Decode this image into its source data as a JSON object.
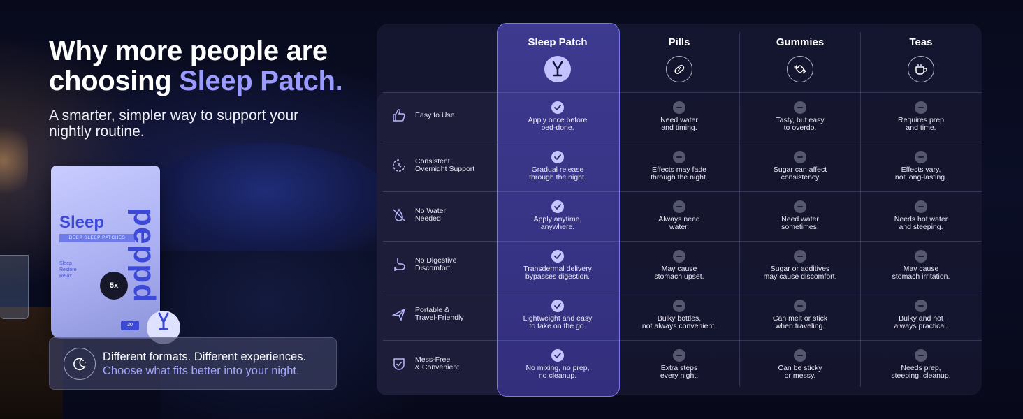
{
  "headline": {
    "line1": "Why more people are",
    "line2_prefix": "choosing ",
    "line2_accent": "Sleep Patch."
  },
  "subheadline": "A smarter, simpler way to support your nightly routine.",
  "product_pouch": {
    "name": "Sleep",
    "subtitle": "DEEP SLEEP PATCHES",
    "benefits": [
      "Sleep",
      "Restore",
      "Relax"
    ],
    "badge": "5x",
    "logo_vertical": "peppd",
    "count": "30"
  },
  "callout": {
    "line1": "Different formats. Different experiences.",
    "line2": "Choose what fits better into your night.",
    "icon": "moon-stars-icon"
  },
  "colors": {
    "accent": "#9b9bff",
    "highlight_column": "#3d3a8f",
    "check": "#c7c5ff",
    "dash": "#55576f"
  },
  "columns": [
    {
      "label": "Sleep Patch",
      "icon": "peppd-logo-icon"
    },
    {
      "label": "Pills",
      "icon": "pill-icon"
    },
    {
      "label": "Gummies",
      "icon": "candy-icon"
    },
    {
      "label": "Teas",
      "icon": "tea-cup-icon"
    }
  ],
  "features": [
    {
      "label": "Easy to Use",
      "icon": "thumbs-up-icon"
    },
    {
      "label": "Consistent\nOvernight Support",
      "icon": "moon-timer-icon"
    },
    {
      "label": "No Water\nNeeded",
      "icon": "no-water-icon"
    },
    {
      "label": "No Digestive\nDiscomfort",
      "icon": "stomach-icon"
    },
    {
      "label": "Portable &\nTravel-Friendly",
      "icon": "plane-icon"
    },
    {
      "label": "Mess-Free\n& Convenient",
      "icon": "shield-check-icon"
    }
  ],
  "rows": [
    [
      "Apply once before\nbed-done.",
      "Need water\nand timing.",
      "Tasty, but easy\nto overdo.",
      "Requires prep\nand time."
    ],
    [
      "Gradual release\nthrough the night.",
      "Effects may fade\nthrough the night.",
      "Sugar can affect\nconsistency",
      "Effects vary,\nnot long-lasting."
    ],
    [
      "Apply anytime,\nanywhere.",
      "Always need\nwater.",
      "Need water\nsometimes.",
      "Needs hot water\nand steeping."
    ],
    [
      "Transdermal delivery\nbypasses digestion.",
      "May cause\nstomach upset.",
      "Sugar or additives\nmay cause discomfort.",
      "May cause\nstomach irritation."
    ],
    [
      "Lightweight and easy\nto take on the go.",
      "Bulky bottles,\nnot always convenient.",
      "Can melt or stick\nwhen traveling.",
      "Bulky and not\nalways practical."
    ],
    [
      "No mixing, no prep,\nno cleanup.",
      "Extra steps\nevery night.",
      "Can be sticky\nor messy.",
      "Needs prep,\nsteeping, cleanup."
    ]
  ],
  "marks": [
    "check",
    "dash",
    "dash",
    "dash"
  ]
}
